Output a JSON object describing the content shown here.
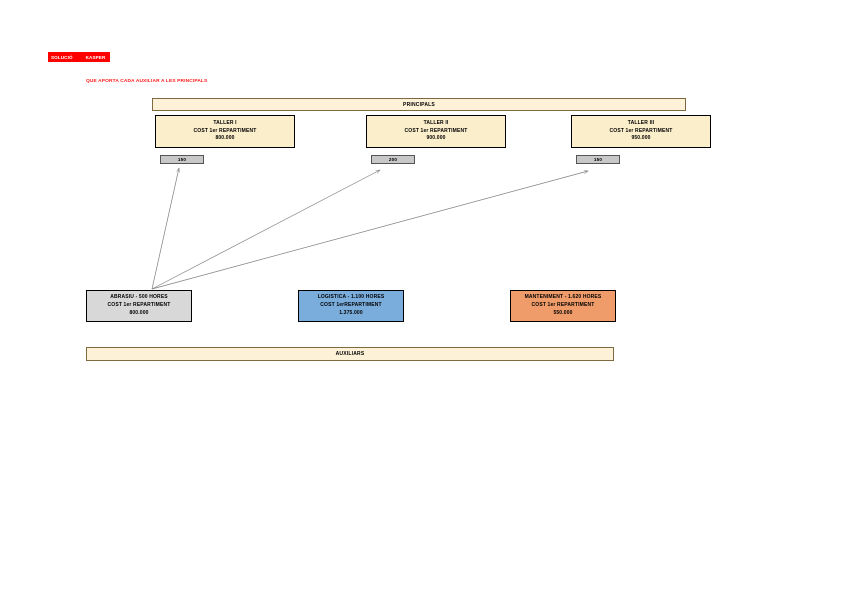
{
  "header": {
    "badge_left": "SOLUCIÓ",
    "badge_right": "KASPER",
    "badge_color": "#ff0000",
    "subtitle": "QUE APORTA CADA AUXILIAR A LES PRINCIPALS",
    "subtitle_color": "#ff1a1a"
  },
  "sections": {
    "principals_label": "PRINCIPALS",
    "auxiliars_label": "AUXILIARS",
    "bar_fill": "#fdf2d8",
    "bar_border": "#7f6a3f"
  },
  "principals": [
    {
      "name": "TALLER I",
      "cost_label": "COST 1er REPARTIMENT",
      "amount": "800.000",
      "fill": "#fbeecb"
    },
    {
      "name": "TALLER II",
      "cost_label": "COST 1er REPARTIMENT",
      "amount": "900.000",
      "fill": "#fbeecb"
    },
    {
      "name": "TALLER III",
      "cost_label": "COST 1er REPARTIMENT",
      "amount": "950.000",
      "fill": "#fbeecb"
    }
  ],
  "allocation_chips": [
    {
      "value": "150",
      "to": "TALLER I"
    },
    {
      "value": "200",
      "to": "TALLER II"
    },
    {
      "value": "150",
      "to": "TALLER III"
    }
  ],
  "auxiliars": [
    {
      "name": "ABRASIU - 500 HORES",
      "cost_label": "COST 1er REPARTIMENT",
      "amount": "800.000",
      "fill": "#d8d8d8"
    },
    {
      "name": "LOGISTICA - 1.100 HORES",
      "cost_label": "COST 1erREPARTIMENT",
      "amount": "1.375.000",
      "fill": "#7aaddc"
    },
    {
      "name": "MANTENIMENT - 1.620 HORES",
      "cost_label": "COST 1er REPARTIMENT",
      "amount": "550.000",
      "fill": "#ef9b6a"
    }
  ],
  "arrows": {
    "color": "#808080",
    "source": "ABRASIU - 500 HORES",
    "targets": [
      "150",
      "200",
      "150"
    ]
  }
}
